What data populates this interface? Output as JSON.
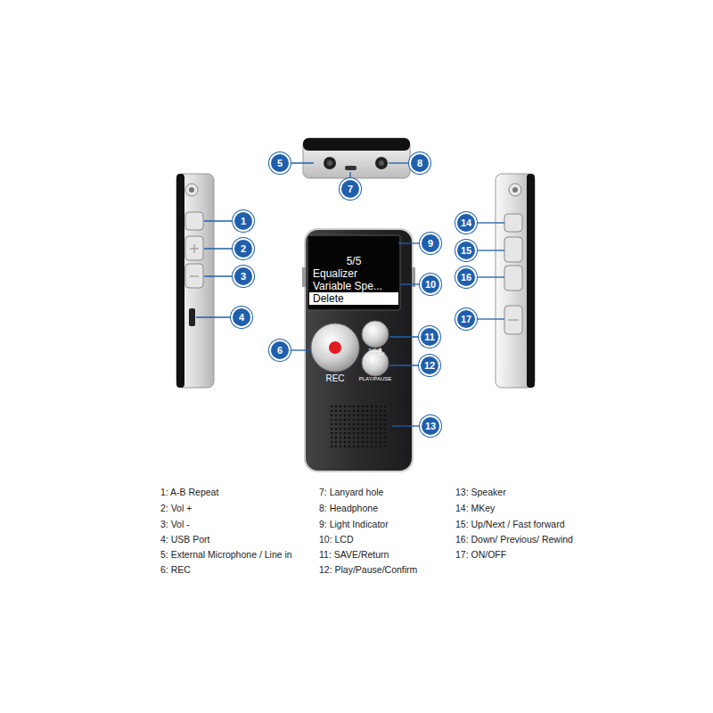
{
  "diagram": {
    "nodes": [
      {
        "text": [
          "1"
        ]
      },
      {
        "text": [
          "2"
        ]
      },
      {
        "text": [
          "3"
        ]
      },
      {
        "text": [
          "4"
        ]
      },
      {
        "text": [
          "5"
        ]
      },
      {
        "text": [
          "6"
        ]
      },
      {
        "text": [
          "7"
        ]
      },
      {
        "text": [
          "8"
        ]
      },
      {
        "text": [
          "9"
        ]
      },
      {
        "text": [
          "10"
        ]
      },
      {
        "text": [
          "11"
        ]
      },
      {
        "text": [
          "12"
        ]
      },
      {
        "text": [
          "13"
        ]
      },
      {
        "text": [
          "14"
        ]
      },
      {
        "text": [
          "15"
        ]
      },
      {
        "text": [
          "16"
        ]
      },
      {
        "text": [
          "17"
        ]
      },
      {
        "text": [
          "5/5",
          "Equalizer",
          "Variable Spe...",
          "Delete"
        ]
      }
    ],
    "labels": [
      "REC",
      "SAVE",
      "PLAY/PAUSE",
      "1: A-B Repeat",
      "2: Vol +",
      "3: Vol -",
      "4: USB Port",
      "5: External Microphone / Line in",
      "6: REC",
      "7: Lanyard hole",
      "8: Headphone",
      "9: Light Indicator",
      "10: LCD",
      "11: SAVE/Return",
      "12: Play/Pause/Confirm",
      "13: Speaker",
      "14: MKey",
      "15: Up/Next / Fast forward",
      "16: Down/ Previous/ Rewind",
      "17: ON/OFF"
    ]
  }
}
